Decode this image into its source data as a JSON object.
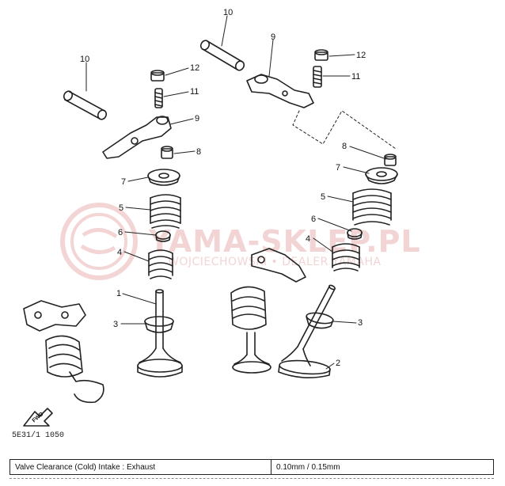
{
  "watermark": {
    "main_text": "YAMA-SKLEP.PL",
    "sub_text": "WOJCIECHOWSKI • DEALER YAMAHA"
  },
  "callouts": [
    "10",
    "12",
    "11",
    "9",
    "8",
    "7",
    "5",
    "6",
    "4",
    "1",
    "3",
    "10",
    "9",
    "12",
    "11",
    "8",
    "7",
    "5",
    "6",
    "4",
    "3",
    "2"
  ],
  "fwd_label": "FWD",
  "drawing_code": "5E31/1 1050",
  "spec_table": {
    "label": "Valve Clearance (Cold) Intake : Exhaust",
    "value": "0.10mm / 0.15mm"
  },
  "colors": {
    "line": "#222222",
    "watermark": "#e9b2b2"
  }
}
